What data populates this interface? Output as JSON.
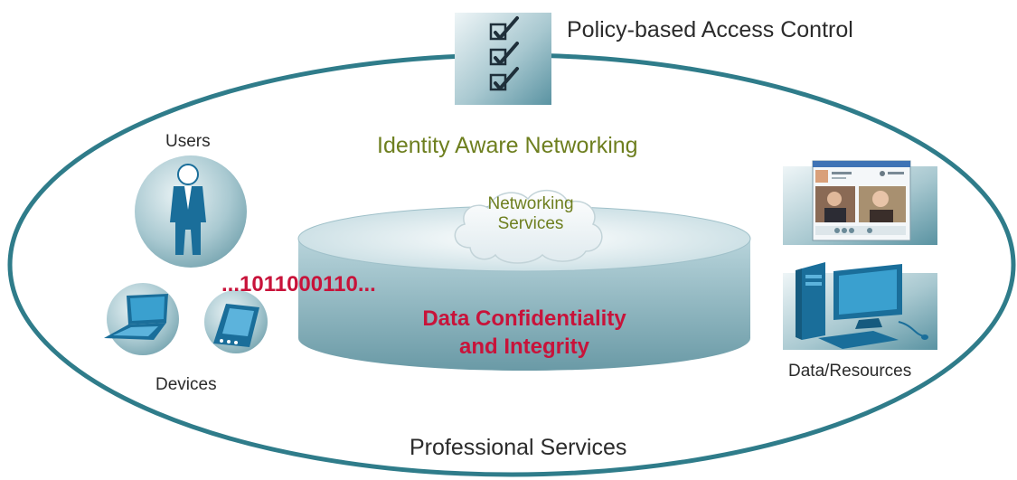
{
  "labels": {
    "policy": "Policy-based Access Control",
    "identity": "Identity Aware Networking",
    "users": "Users",
    "devices": "Devices",
    "data_resources": "Data/Resources",
    "professional_services": "Professional Services",
    "binary": "...1011000110...",
    "confidentiality_line1": "Data Confidentiality",
    "confidentiality_line2": "and Integrity",
    "networking_line1": "Networking",
    "networking_line2": "Services"
  },
  "colors": {
    "ellipse": "#2f7c8a",
    "identity_text": "#6e7f1f",
    "confidentiality_text": "#c8133a",
    "body_text": "#2b2b2b"
  },
  "icons": [
    "checklist-icon",
    "user-icon",
    "laptop-icon",
    "pda-icon",
    "video-call-icon",
    "desktop-computer-icon",
    "cloud-icon",
    "cylinder-icon"
  ]
}
